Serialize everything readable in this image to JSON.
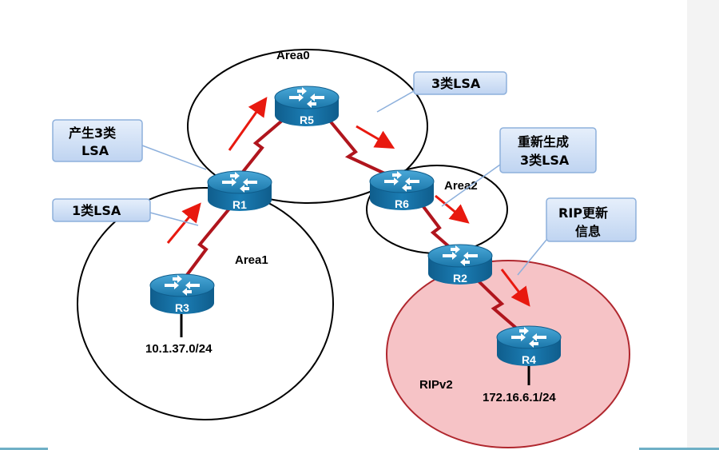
{
  "areas": {
    "area0": "Area0",
    "area1": "Area1",
    "area2": "Area2",
    "ripv2": "RIPv2"
  },
  "routers": {
    "r1": "R1",
    "r2": "R2",
    "r3": "R3",
    "r4": "R4",
    "r5": "R5",
    "r6": "R6"
  },
  "networks": {
    "r3_net": "10.1.37.0/24",
    "r4_net": "172.16.6.1/24"
  },
  "callouts": {
    "generate_type3": [
      "产生3类",
      "LSA"
    ],
    "type1_lsa": [
      "1类LSA"
    ],
    "type3_lsa": [
      "3类LSA"
    ],
    "regenerate_type3": [
      "重新生成",
      "3类LSA"
    ],
    "rip_update": [
      "RIP更新",
      "信息"
    ]
  },
  "colors": {
    "callout_fill": "#cfe0f7",
    "callout_border": "#8db0dc",
    "router_body": "#1f7fb0",
    "arrow": "#e8190f",
    "link": "#b0151d",
    "rip_area_fill": "#f6c3c6"
  }
}
